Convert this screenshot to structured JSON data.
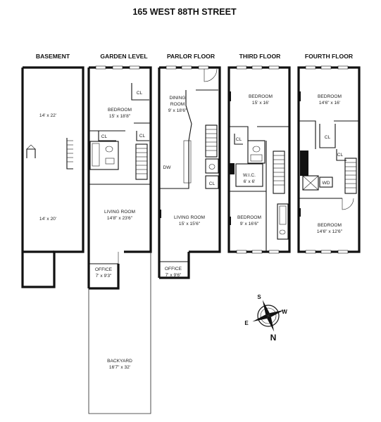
{
  "title": "165 WEST 88TH STREET",
  "floors": {
    "basement": "BASEMENT",
    "garden": "GARDEN LEVEL",
    "parlor": "PARLOR FLOOR",
    "third": "THIRD FLOOR",
    "fourth": "FOURTH FLOOR"
  },
  "basement": {
    "upper_dim": "14' x 22'",
    "lower_dim": "14' x 20'"
  },
  "garden": {
    "bedroom": {
      "name": "BEDROOM",
      "dims": "15' x 18'8\""
    },
    "living": {
      "name": "LIVING ROOM",
      "dims": "14'8\" x 23'6\""
    },
    "office": {
      "name": "OFFICE",
      "dims": "7' x 9'3\""
    },
    "backyard": {
      "name": "BACKYARD",
      "dims": "16'7\" x 32'"
    },
    "closets": [
      "CL",
      "CL",
      "CL"
    ]
  },
  "parlor": {
    "dining": {
      "name_line1": "DINING",
      "name_line2": "ROOM",
      "dims": "9' x 18'6\""
    },
    "living": {
      "name": "LIVING ROOM",
      "dims": "15' x 15'6\""
    },
    "office": {
      "name": "OFFICE",
      "dims": "7' x 9'6\""
    },
    "dw": "DW",
    "closet": "CL"
  },
  "third": {
    "bedroom1": {
      "name": "BEDROOM",
      "dims": "15' x 16'"
    },
    "wic": {
      "name": "W.I.C.",
      "dims": "6' x 6'"
    },
    "bedroom2": {
      "name": "BEDROOM",
      "dims": "9' x 16'6\""
    },
    "closet": "CL"
  },
  "fourth": {
    "bedroom1": {
      "name": "BEDROOM",
      "dims": "14'6\" x 16'"
    },
    "bedroom2": {
      "name": "BEDROOM",
      "dims": "14'6\" x 12'6\""
    },
    "closets": [
      "CL",
      "CL"
    ],
    "wd": "WD"
  },
  "compass": {
    "s": "S",
    "w": "W",
    "e": "E",
    "n": "N"
  }
}
